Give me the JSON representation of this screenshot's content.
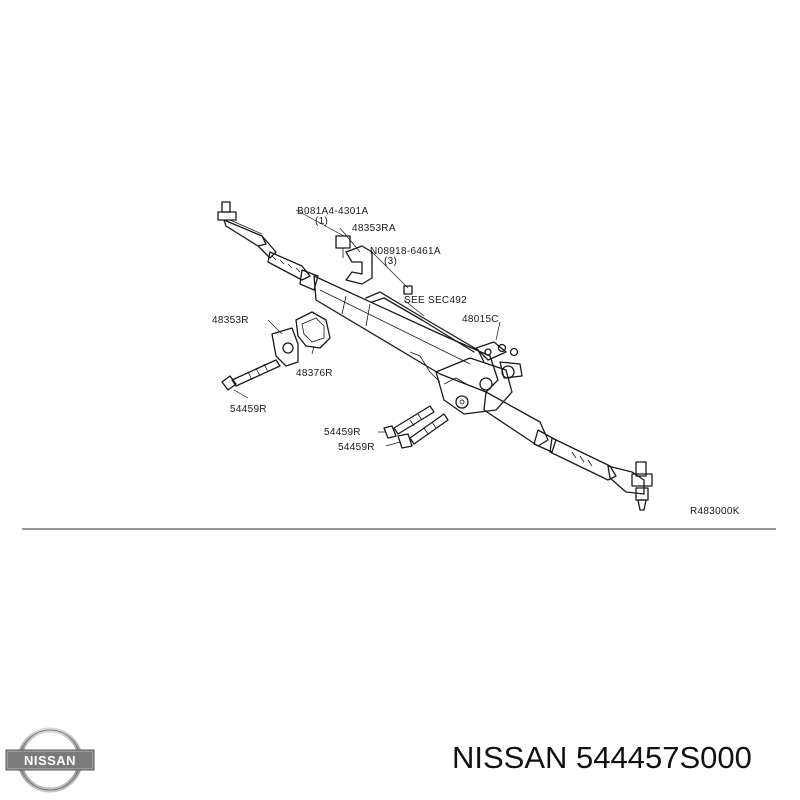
{
  "diagram": {
    "code": "R483000K",
    "labels": {
      "bolt_spec_1": "B081A4-4301A",
      "bolt_spec_1_qty": "(1)",
      "clamp_upper": "48353RA",
      "nut_spec": "N08918-6461A",
      "nut_spec_qty": "(3)",
      "see_section": "SEE SEC492",
      "clamp_left": "48353R",
      "insulator": "48376R",
      "bolt_left": "54459R",
      "washer_kit": "48015C",
      "bolt_mid_1": "54459R",
      "bolt_mid_2": "54459R"
    }
  },
  "brand": {
    "logo_text": "NISSAN",
    "caption_brand": "NISSAN",
    "caption_part_number": "544457S000"
  }
}
